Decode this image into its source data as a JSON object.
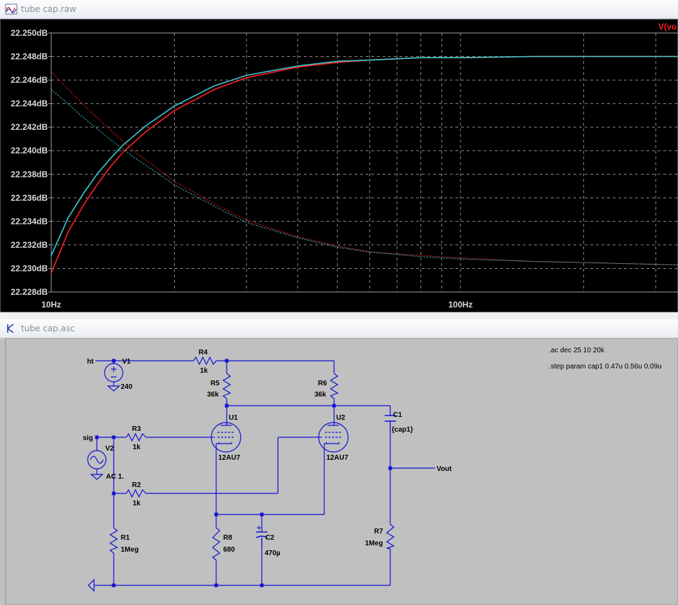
{
  "plot_window": {
    "title": "tube cap.raw",
    "trace_name": "V(vo"
  },
  "schematic_window": {
    "title": "tube cap.asc"
  },
  "chart_data": {
    "type": "line",
    "title": "",
    "xlabel": "",
    "ylabel": "",
    "x_scale": "log",
    "xlim": [
      10,
      340
    ],
    "ylim": [
      22.228,
      22.25
    ],
    "y_unit": "dB",
    "yticks": [
      "22.250dB",
      "22.248dB",
      "22.246dB",
      "22.244dB",
      "22.242dB",
      "22.240dB",
      "22.238dB",
      "22.236dB",
      "22.234dB",
      "22.232dB",
      "22.230dB",
      "22.228dB"
    ],
    "xticks": [
      "10Hz",
      "100Hz"
    ],
    "grid": true,
    "background": "#000000",
    "series": [
      {
        "color": "#ff2020",
        "style": "solid",
        "x": [
          10,
          11,
          12,
          13,
          14,
          15,
          17,
          20,
          25,
          30,
          40,
          50,
          60,
          80,
          100,
          150,
          200,
          340
        ],
        "y": [
          22.2296,
          22.2331,
          22.2354,
          22.2372,
          22.2387,
          22.2399,
          22.2416,
          22.2434,
          22.2452,
          22.2462,
          22.2471,
          22.2475,
          22.2477,
          22.2479,
          22.2479,
          22.248,
          22.248,
          22.248
        ]
      },
      {
        "color": "#40c8d0",
        "style": "solid",
        "x": [
          10,
          11,
          12,
          13,
          14,
          15,
          17,
          20,
          25,
          30,
          40,
          50,
          60,
          80,
          100,
          150,
          200,
          340
        ],
        "y": [
          22.2311,
          22.2343,
          22.2364,
          22.2381,
          22.2394,
          22.2405,
          22.2421,
          22.2438,
          22.2455,
          22.2464,
          22.2472,
          22.2476,
          22.2477,
          22.2479,
          22.2479,
          22.248,
          22.248,
          22.248
        ]
      },
      {
        "color": "#ff2020",
        "style": "dotted",
        "x": [
          10,
          12,
          14,
          16,
          18,
          20,
          25,
          30,
          40,
          50,
          60,
          80,
          100,
          150,
          200,
          340
        ],
        "y": [
          22.2467,
          22.2439,
          22.2417,
          22.2399,
          22.2386,
          22.2374,
          22.2355,
          22.2341,
          22.2327,
          22.2319,
          22.2314,
          22.2311,
          22.2309,
          22.2306,
          22.2305,
          22.2303
        ]
      },
      {
        "color": "#40c8d0",
        "style": "dotted",
        "x": [
          10,
          12,
          14,
          16,
          18,
          20,
          25,
          30,
          40,
          50,
          60,
          80,
          100,
          150,
          200,
          340
        ],
        "y": [
          22.2452,
          22.2428,
          22.2409,
          22.2394,
          22.2382,
          22.2371,
          22.2353,
          22.2339,
          22.2326,
          22.2318,
          22.2314,
          22.231,
          22.2308,
          22.2306,
          22.2305,
          22.2303
        ]
      }
    ]
  },
  "schematic": {
    "directives": {
      "ac": ".ac dec 25 10 20k",
      "step": ".step param cap1 0.47u 0.56u 0.09u"
    },
    "nets": {
      "ht": "ht",
      "sig": "sig",
      "vout": "Vout"
    },
    "components": {
      "v1_name": "V1",
      "v1_value": "240",
      "v2_name": "V2",
      "v2_value": "AC 1.",
      "r1_name": "R1",
      "r1_value": "1Meg",
      "r2_name": "R2",
      "r2_value": "1k",
      "r3_name": "R3",
      "r3_value": "1k",
      "r4_name": "R4",
      "r4_value": "1k",
      "r5_name": "R5",
      "r5_value": "36k",
      "r6_name": "R6",
      "r6_value": "36k",
      "r7_name": "R7",
      "r7_value": "1Meg",
      "r8_name": "R8",
      "r8_value": "680",
      "c1_name": "C1",
      "c1_value": "{cap1}",
      "c2_name": "C2",
      "c2_value": "470µ",
      "u1_name": "U1",
      "u1_value": "12AU7",
      "u2_name": "U2",
      "u2_value": "12AU7"
    }
  }
}
